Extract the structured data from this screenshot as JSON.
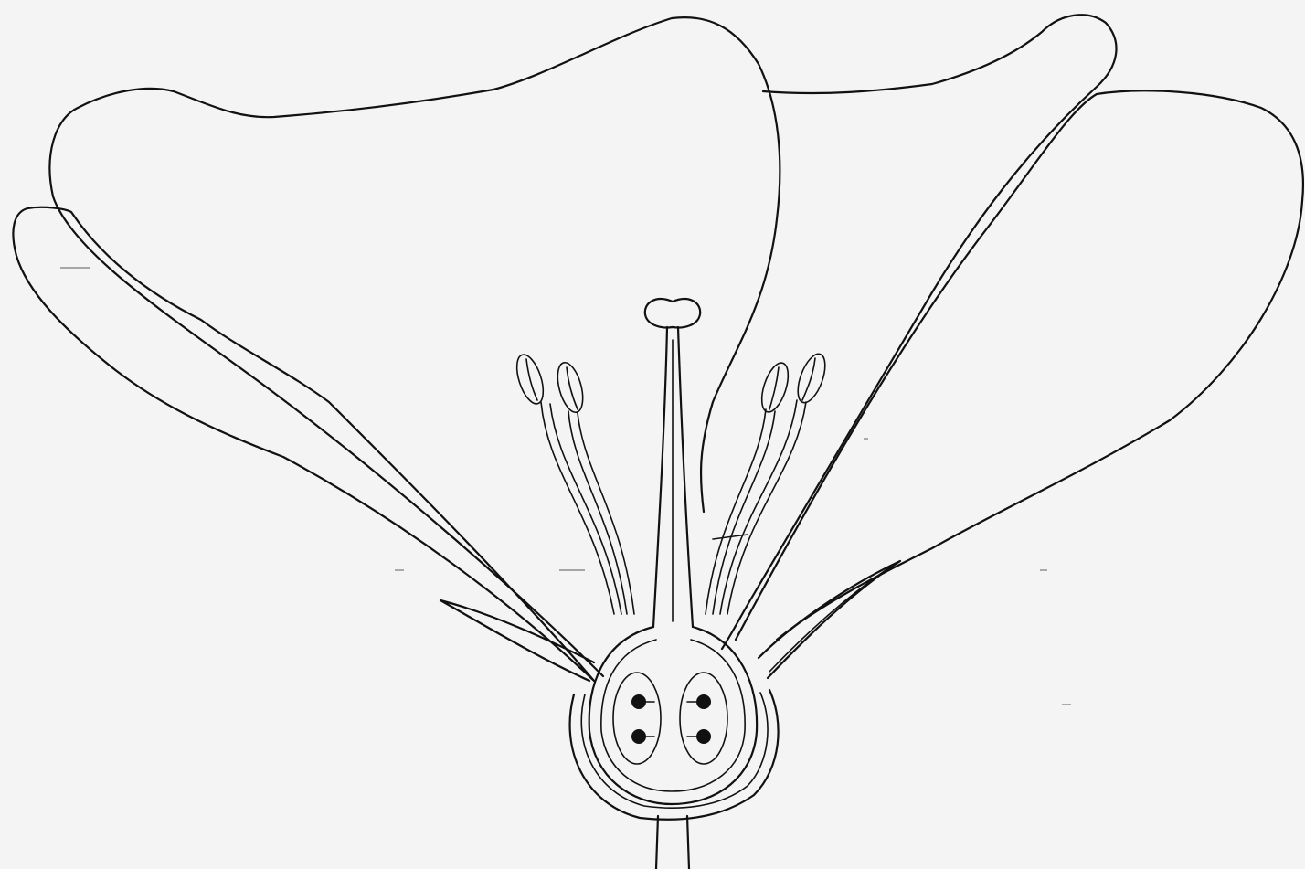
{
  "figure": {
    "subject": "flower-longitudinal-section",
    "background_color": "#f4f4f4",
    "line_color": "#111111",
    "labels_present": false
  },
  "parts": {
    "petal_count_visible": 4,
    "sepal_count_visible": 2,
    "stamen_count_visible": 4,
    "locule_count_visible": 2,
    "ovule_count_visible": 4
  }
}
